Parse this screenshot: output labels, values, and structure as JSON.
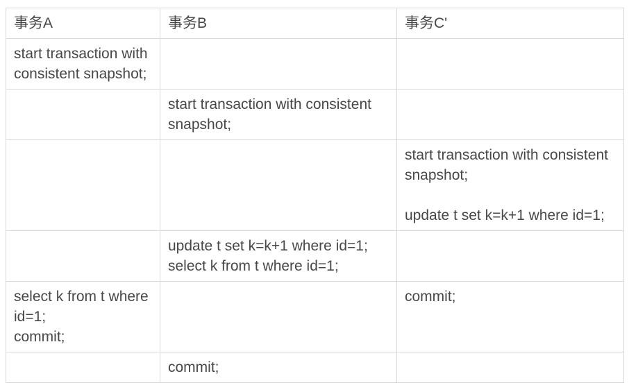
{
  "colors": {
    "background": "#ffffff",
    "border": "#d9d9d9",
    "text": "#474747"
  },
  "table": {
    "columns": [
      {
        "key": "a",
        "label": "事务A"
      },
      {
        "key": "b",
        "label": "事务B"
      },
      {
        "key": "c-prime",
        "label": "事务C'"
      }
    ],
    "rows": [
      {
        "cells": [
          "start transaction with consistent snapshot;",
          "",
          ""
        ]
      },
      {
        "cells": [
          "",
          "start transaction with consistent snapshot;",
          ""
        ]
      },
      {
        "cells": [
          "",
          "",
          "start transaction with consistent snapshot;\n\nupdate t set k=k+1 where id=1;"
        ]
      },
      {
        "cells": [
          "",
          "update t set k=k+1 where id=1;\nselect k from t where id=1;",
          ""
        ]
      },
      {
        "cells": [
          "select k from t where id=1;\ncommit;",
          "",
          "commit;"
        ]
      },
      {
        "cells": [
          "",
          "commit;",
          ""
        ]
      }
    ]
  }
}
